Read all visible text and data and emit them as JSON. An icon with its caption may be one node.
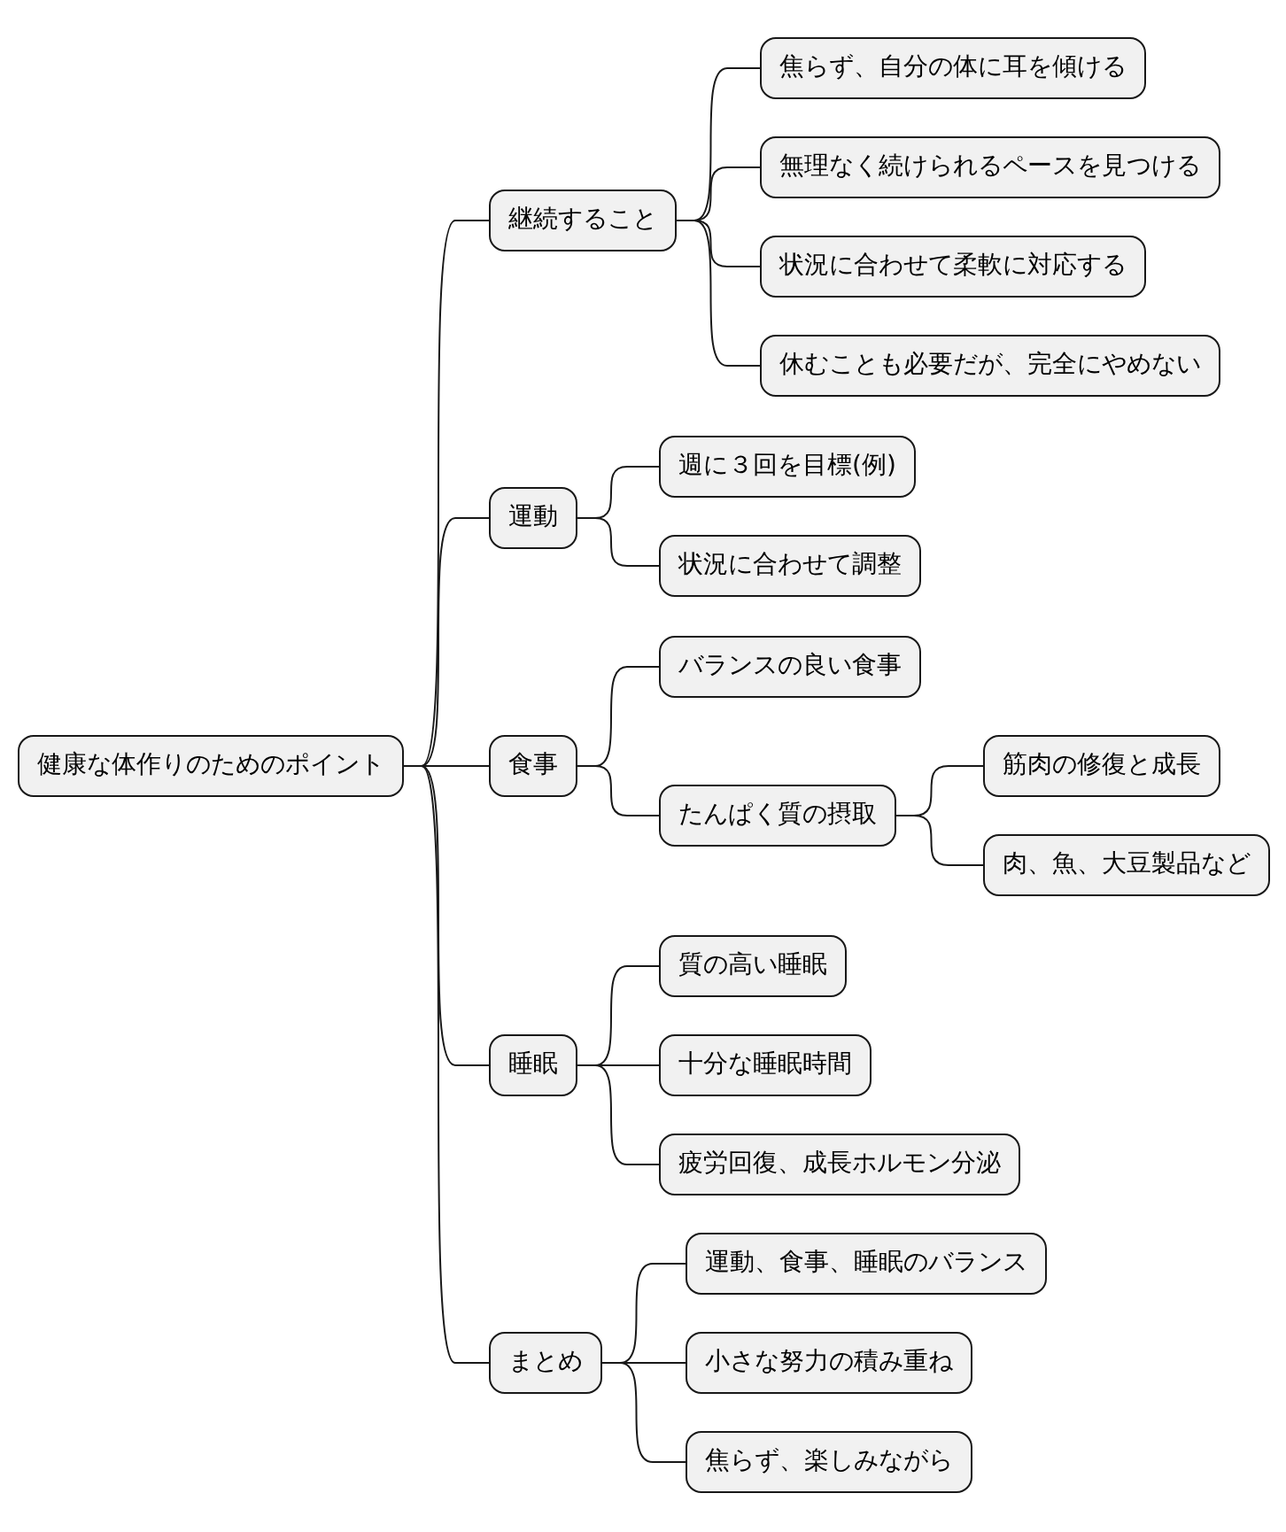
{
  "diagram": {
    "nodes": [
      {
        "text": [
          "健康な体作りのためのポイント"
        ]
      },
      {
        "text": [
          "継続すること"
        ]
      },
      {
        "text": [
          "焦らず、自分の体に耳を傾ける"
        ]
      },
      {
        "text": [
          "無理なく続けられるペースを見つける"
        ]
      },
      {
        "text": [
          "状況に合わせて柔軟に対応する"
        ]
      },
      {
        "text": [
          "休むことも必要だが、完全にやめない"
        ]
      },
      {
        "text": [
          "運動"
        ]
      },
      {
        "text": [
          "週に３回を目標(例)"
        ]
      },
      {
        "text": [
          "状況に合わせて調整"
        ]
      },
      {
        "text": [
          "食事"
        ]
      },
      {
        "text": [
          "バランスの良い食事"
        ]
      },
      {
        "text": [
          "たんぱく質の摂取"
        ]
      },
      {
        "text": [
          "筋肉の修復と成長"
        ]
      },
      {
        "text": [
          "肉、魚、大豆製品など"
        ]
      },
      {
        "text": [
          "睡眠"
        ]
      },
      {
        "text": [
          "質の高い睡眠"
        ]
      },
      {
        "text": [
          "十分な睡眠時間"
        ]
      },
      {
        "text": [
          "疲労回復、成長ホルモン分泌"
        ]
      },
      {
        "text": [
          "まとめ"
        ]
      },
      {
        "text": [
          "運動、食事、睡眠のバランス"
        ]
      },
      {
        "text": [
          "小さな努力の積み重ね"
        ]
      },
      {
        "text": [
          "焦らず、楽しみながら"
        ]
      }
    ],
    "edges": [
      {
        "from": 0,
        "to": 1,
        "arrow": "none"
      },
      {
        "from": 1,
        "to": 2,
        "arrow": "none"
      },
      {
        "from": 1,
        "to": 3,
        "arrow": "none"
      },
      {
        "from": 1,
        "to": 4,
        "arrow": "none"
      },
      {
        "from": 1,
        "to": 5,
        "arrow": "none"
      },
      {
        "from": 0,
        "to": 6,
        "arrow": "none"
      },
      {
        "from": 6,
        "to": 7,
        "arrow": "none"
      },
      {
        "from": 6,
        "to": 8,
        "arrow": "none"
      },
      {
        "from": 0,
        "to": 9,
        "arrow": "none"
      },
      {
        "from": 9,
        "to": 10,
        "arrow": "none"
      },
      {
        "from": 9,
        "to": 11,
        "arrow": "none"
      },
      {
        "from": 11,
        "to": 12,
        "arrow": "none"
      },
      {
        "from": 11,
        "to": 13,
        "arrow": "none"
      },
      {
        "from": 0,
        "to": 14,
        "arrow": "none"
      },
      {
        "from": 14,
        "to": 15,
        "arrow": "none"
      },
      {
        "from": 14,
        "to": 16,
        "arrow": "none"
      },
      {
        "from": 14,
        "to": 17,
        "arrow": "none"
      },
      {
        "from": 0,
        "to": 18,
        "arrow": "none"
      },
      {
        "from": 18,
        "to": 19,
        "arrow": "none"
      },
      {
        "from": 18,
        "to": 20,
        "arrow": "none"
      },
      {
        "from": 18,
        "to": 21,
        "arrow": "none"
      }
    ]
  }
}
